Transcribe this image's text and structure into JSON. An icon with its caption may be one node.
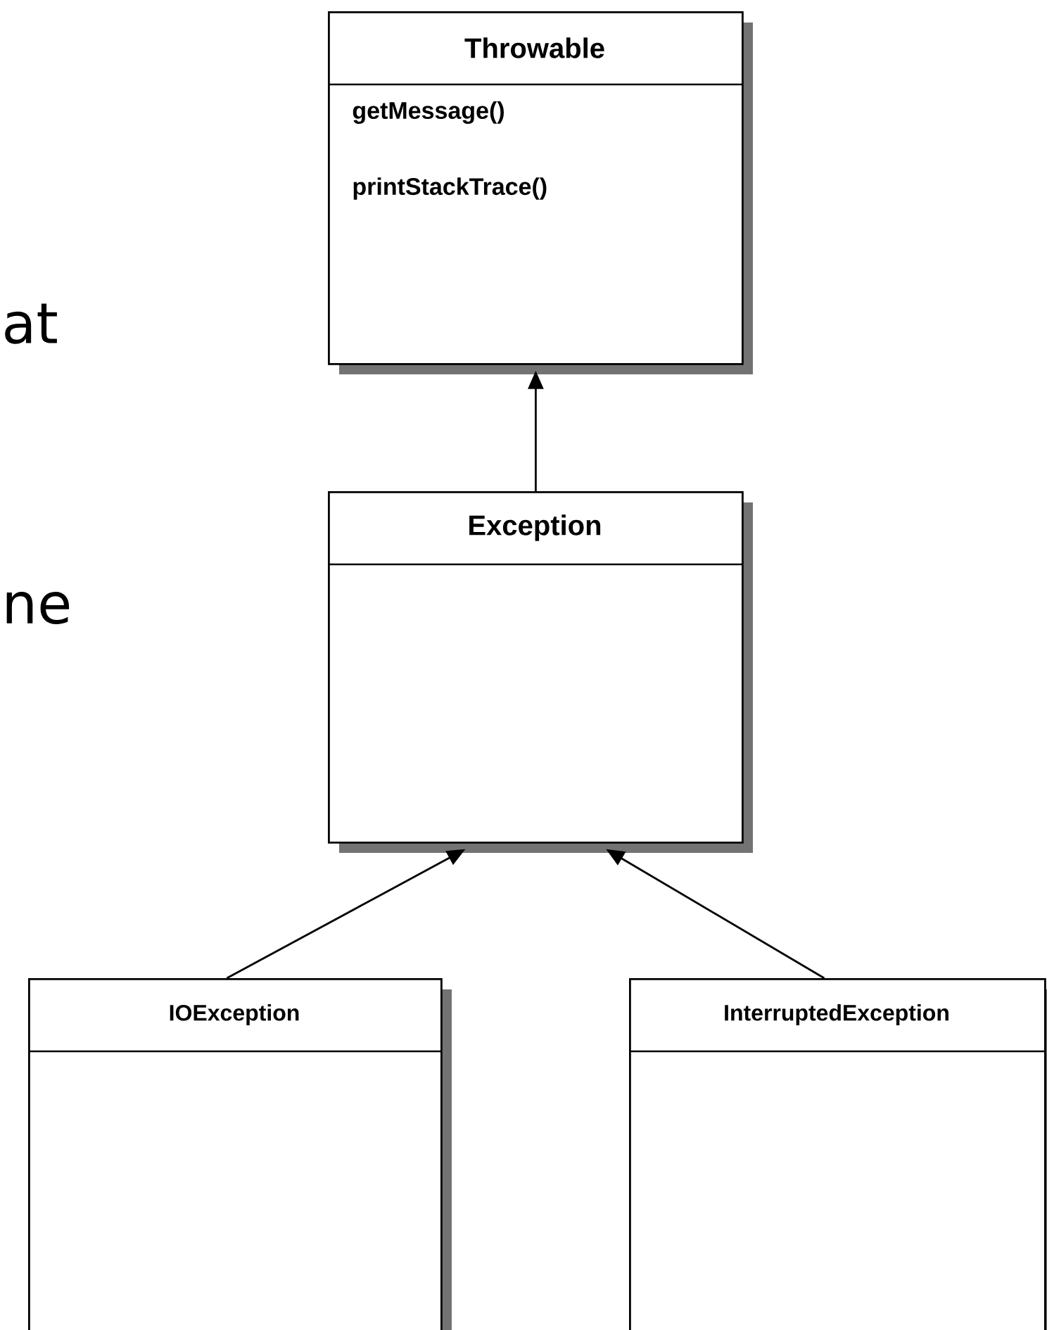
{
  "diagram": {
    "nodes": [
      {
        "text": [
          "Throwable",
          "getMessage()",
          "printStackTrace()"
        ]
      },
      {
        "text": [
          "Exception"
        ]
      },
      {
        "text": [
          "IOException"
        ]
      },
      {
        "text": [
          "InterruptedException"
        ]
      }
    ],
    "edges": [
      {
        "from": 1,
        "to": 0,
        "arrow": "to"
      },
      {
        "from": 2,
        "to": 1,
        "arrow": "to"
      },
      {
        "from": 3,
        "to": 1,
        "arrow": "to"
      }
    ],
    "labels": [
      "at",
      "ne"
    ]
  }
}
